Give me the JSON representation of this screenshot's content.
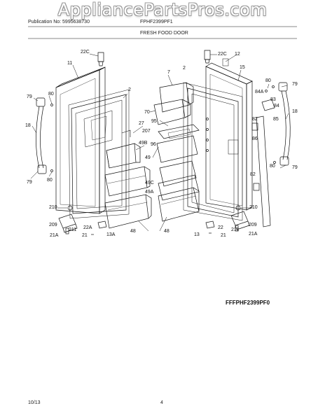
{
  "watermark": "AppliancePartsPros.com",
  "header": {
    "publication": "Publication No: 5995638730",
    "model": "FPHF2399PF1",
    "section_title": "FRESH FOOD DOOR"
  },
  "part_numbers": [
    "22C",
    "11",
    "79",
    "80",
    "18",
    "79",
    "80",
    "210",
    "209",
    "211",
    "21A",
    "22A",
    "21",
    "13A",
    "2",
    "27",
    "49B",
    "48",
    "7",
    "70",
    "95",
    "207",
    "96",
    "49",
    "49C",
    "49A",
    "48",
    "2",
    "22C",
    "12",
    "15",
    "80",
    "79",
    "84A",
    "83",
    "84",
    "18",
    "82",
    "85",
    "86",
    "82",
    "80",
    "79",
    "210",
    "209",
    "211",
    "21A",
    "22",
    "21",
    "13"
  ],
  "diagram_code": "FFFPHF2399PF0",
  "footer": {
    "date": "10/13",
    "page": "4"
  }
}
